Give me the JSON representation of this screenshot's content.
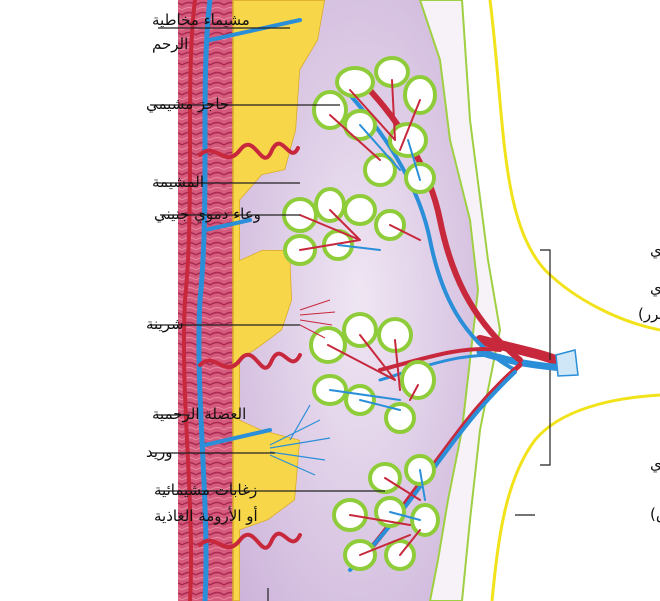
{
  "labels": {
    "decidua": [
      "مشيماء مخاطية",
      "الرحم"
    ],
    "septum": "حاجز مشيمي",
    "chorion": "المشيمة",
    "fetal_vessel": "وعاء دموي جنيني",
    "arteriole": "شرينة",
    "myometrium": "العضلة الرحمية",
    "vein": "وريد",
    "villi": [
      "زغابات مشيمائية",
      "أو الأرومة الغاذية"
    ],
    "umbilical_vein": "وريد سري",
    "umbilical_cord": [
      "الحبل السري",
      "(السرر)"
    ],
    "umbilical_artery": "شريان سري",
    "amnion": "السلى(أمنيوس)"
  },
  "colors": {
    "muscle": "#c8406a",
    "decidua": "#f7d64a",
    "intervillous": "#d9c7e3",
    "chorion_fill": "#f4f0f6",
    "vein": "#2a8fd8",
    "artery": "#c8283c",
    "villus_outline": "#8fcc3a",
    "amnion_line": "#f2e21a",
    "leader": "#222222"
  }
}
